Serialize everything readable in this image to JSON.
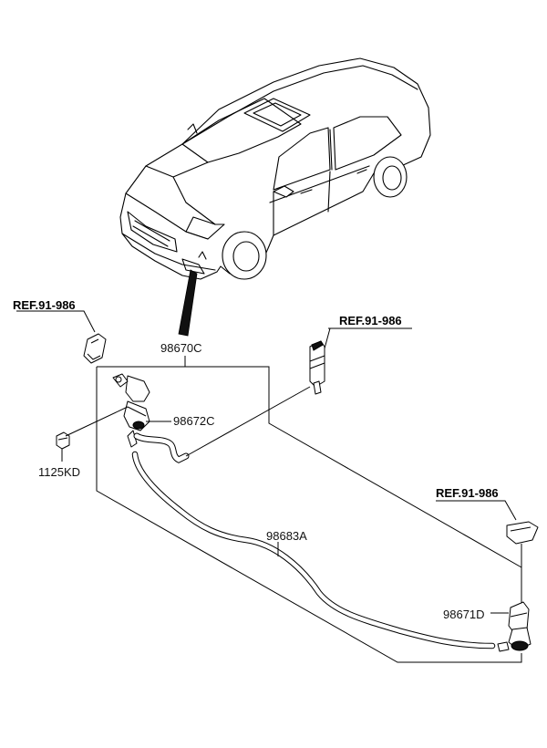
{
  "labels": {
    "ref_left": "REF.91-986",
    "ref_mid": "REF.91-986",
    "ref_right": "REF.91-986",
    "p98670C": "98670C",
    "p98672C": "98672C",
    "p1125KD": "1125KD",
    "p98683A": "98683A",
    "p98671D": "98671D"
  }
}
